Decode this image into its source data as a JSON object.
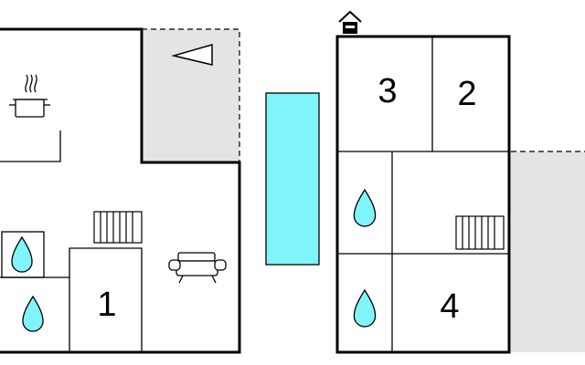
{
  "floorplan": {
    "rooms": [
      {
        "id": "room-1",
        "label": "1"
      },
      {
        "id": "room-2",
        "label": "2"
      },
      {
        "id": "room-3",
        "label": "3"
      },
      {
        "id": "room-4",
        "label": "4"
      }
    ],
    "icons": [
      "cooking-pot-icon",
      "armchair-icon",
      "radiator-icon",
      "water-drop-icon",
      "house-icon",
      "pool",
      "terrace-triangle"
    ],
    "colors": {
      "wall": "#000000",
      "terrace": "#e4e4e4",
      "pool": "#80f4fb",
      "drop": "#80f4fb",
      "background": "#ffffff"
    }
  }
}
